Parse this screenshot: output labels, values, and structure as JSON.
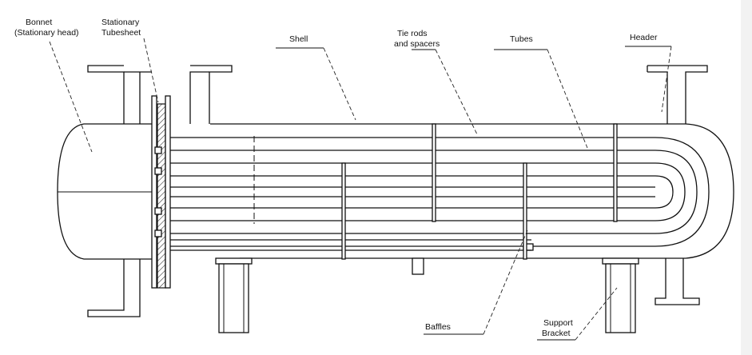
{
  "labels": {
    "bonnet": [
      "Bonnet",
      "(Stationary head)"
    ],
    "tubesheet": [
      "Stationary",
      "Tubesheet"
    ],
    "shell": "Shell",
    "tie_rods": [
      "Tie rods",
      "and spacers"
    ],
    "tubes": "Tubes",
    "header": "Header",
    "baffles": "Baffles",
    "support": [
      "Support",
      "Bracket"
    ]
  },
  "colors": {
    "ink": "#111111",
    "background": "#ffffff",
    "hatch": "#333333"
  }
}
